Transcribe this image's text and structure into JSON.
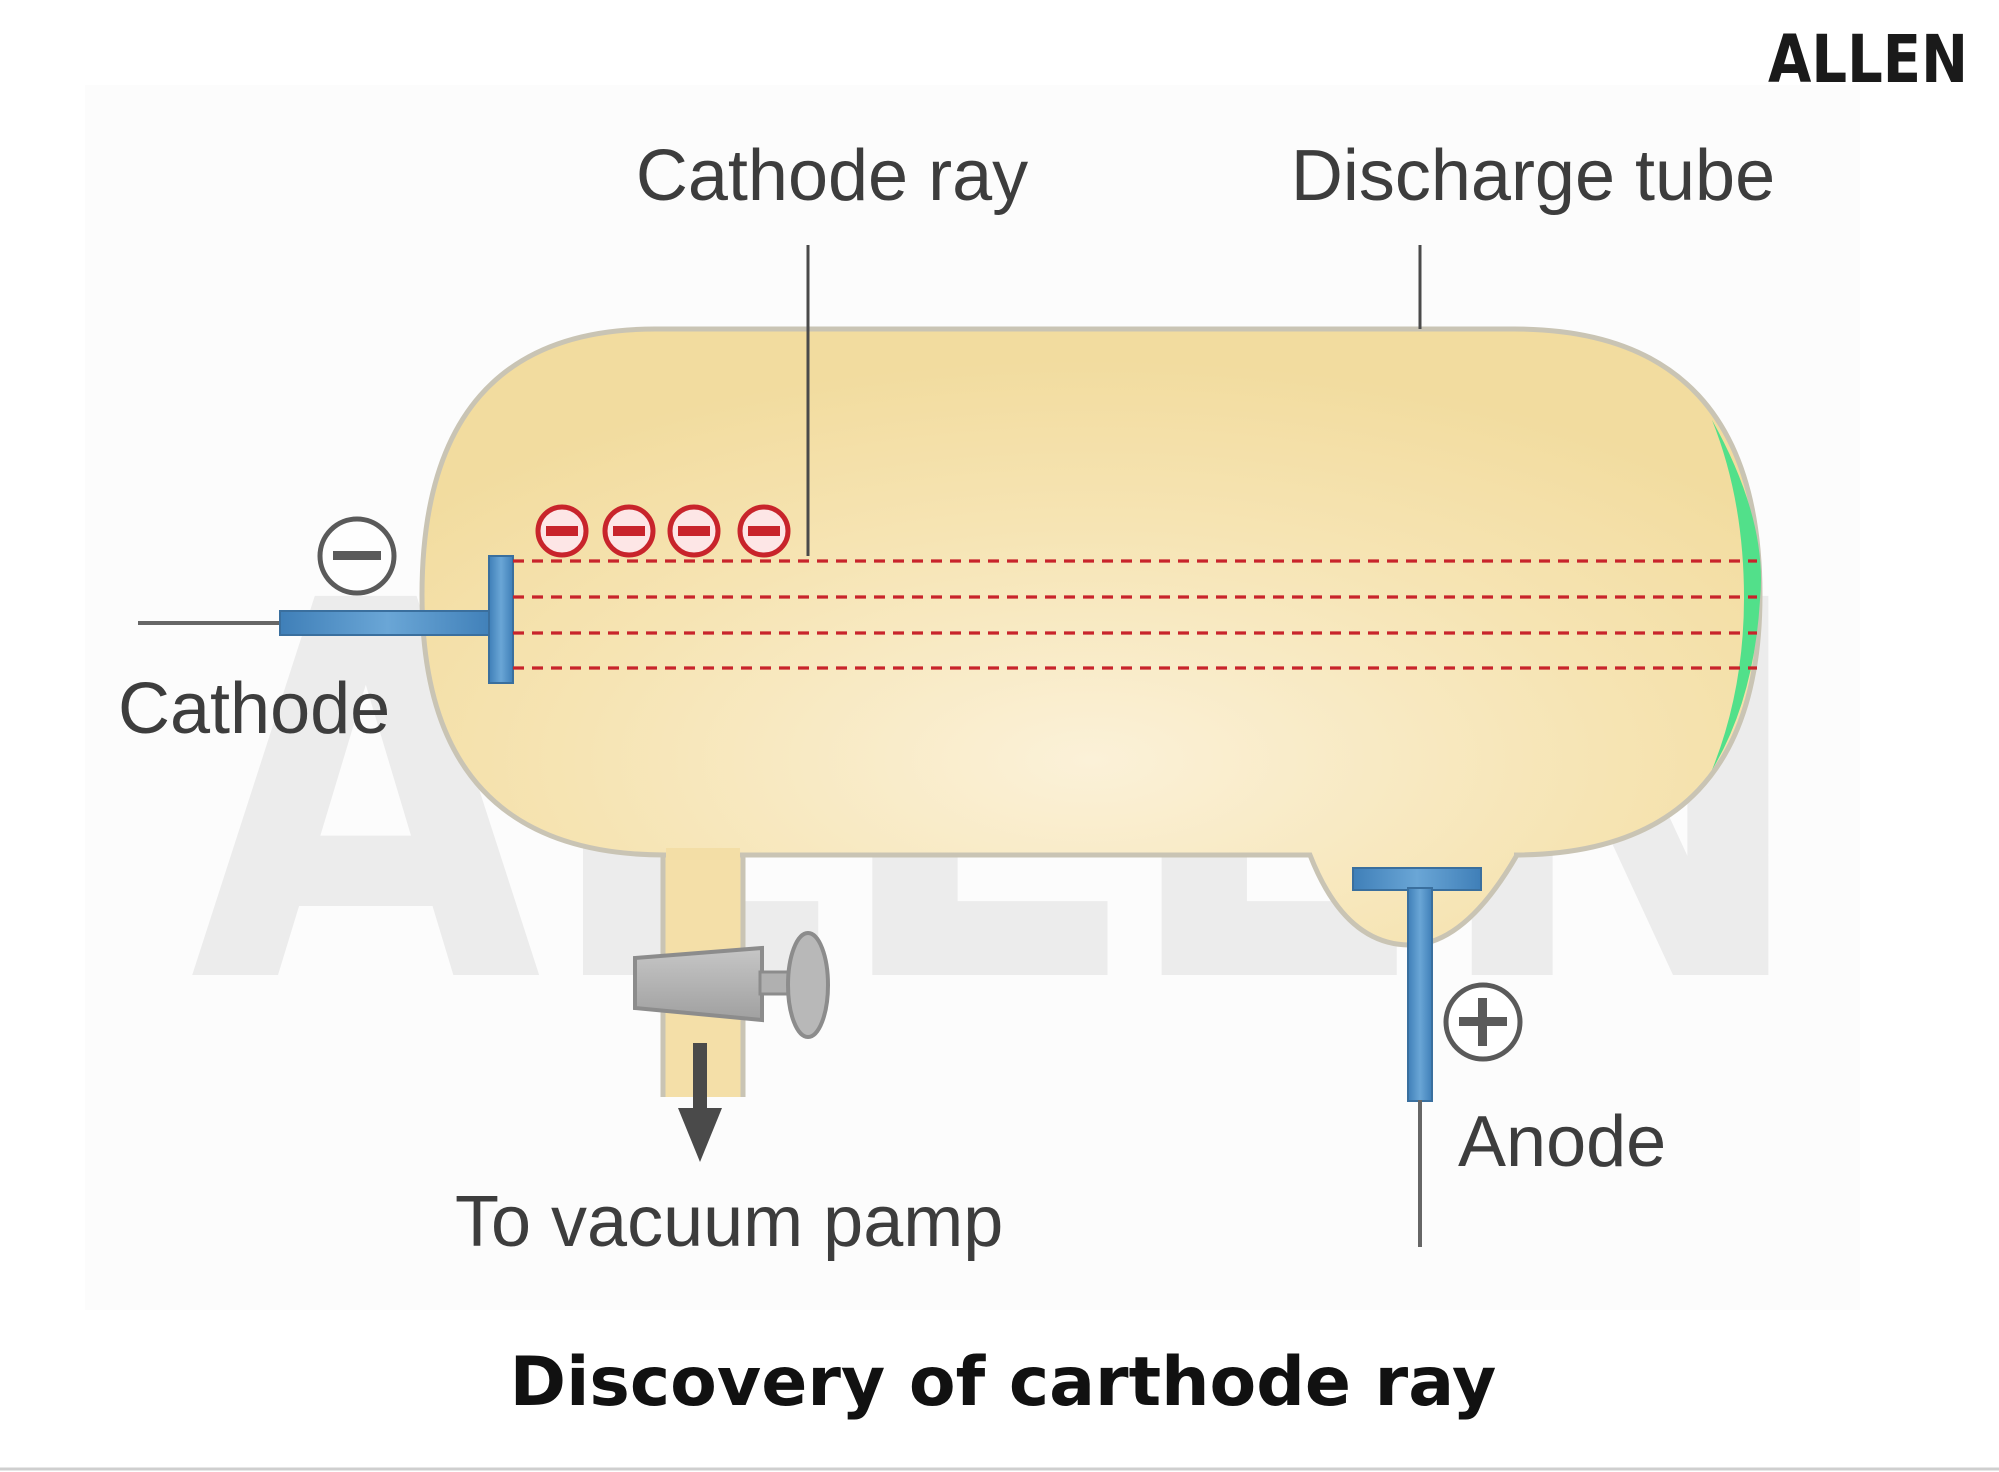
{
  "brand": {
    "logo_text": "ALLEN",
    "watermark_text": "ALLEN"
  },
  "labels": {
    "cathode_ray": "Cathode ray",
    "discharge_tube": "Discharge tube",
    "cathode": "Cathode",
    "anode": "Anode",
    "vacuum": "To vacuum pamp"
  },
  "caption": "Discovery of carthode ray",
  "colors": {
    "tube_fill": "#f5e1a9",
    "tube_stroke": "#c9c4b4",
    "electrode": "#4f8fc4",
    "ray": "#c8242b",
    "screen_glow": "#52e08a",
    "stopcock": "#b4b4b4",
    "label_text": "#3d3d3d"
  },
  "icons": {
    "cathode_terminal": "minus-circle-icon",
    "anode_terminal": "plus-circle-icon",
    "electron": "minus-circle-icon",
    "flow": "arrow-down-icon"
  }
}
